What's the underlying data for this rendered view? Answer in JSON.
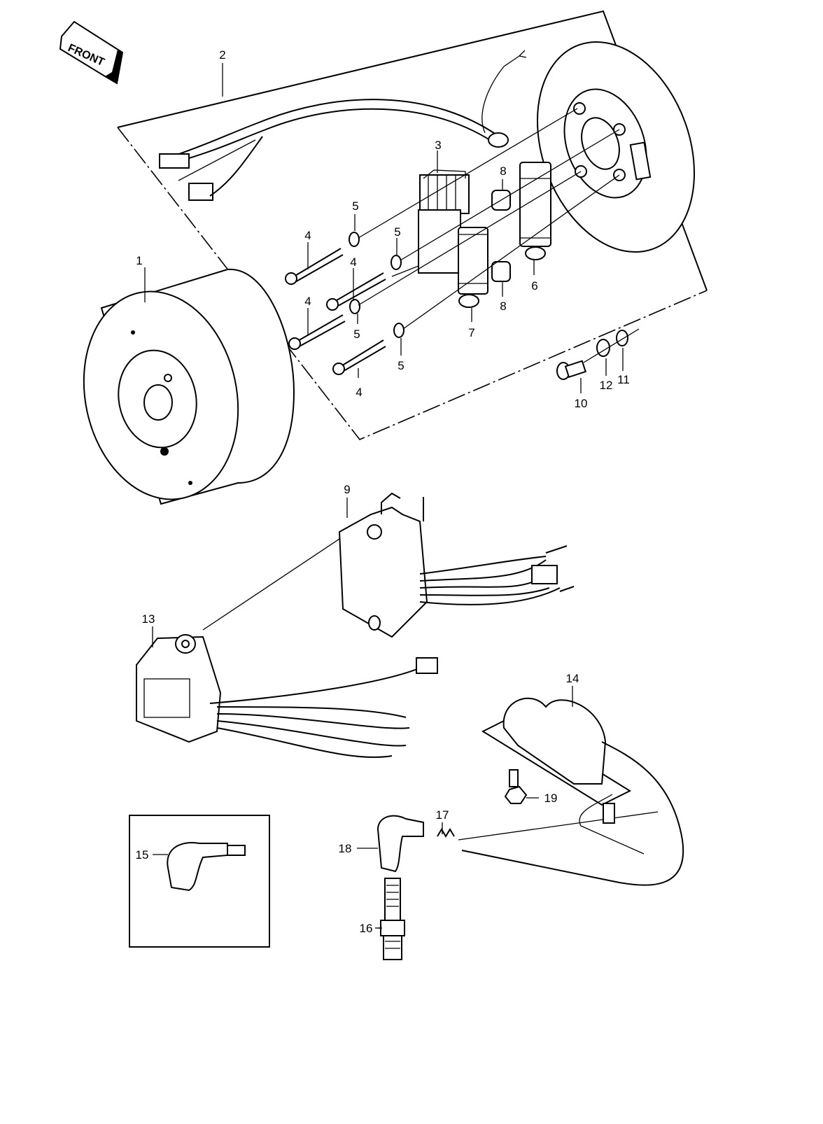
{
  "front_label": "FRONT",
  "callouts": {
    "c1": "1",
    "c2": "2",
    "c3": "3",
    "c4a": "4",
    "c4b": "4",
    "c4c": "4",
    "c4d": "4",
    "c5a": "5",
    "c5b": "5",
    "c5c": "5",
    "c5d": "5",
    "c6": "6",
    "c7": "7",
    "c8a": "8",
    "c8b": "8",
    "c9": "9",
    "c10": "10",
    "c11": "11",
    "c12": "12",
    "c13": "13",
    "c14": "14",
    "c15": "15",
    "c16": "16",
    "c17": "17",
    "c18": "18",
    "c19": "19"
  }
}
